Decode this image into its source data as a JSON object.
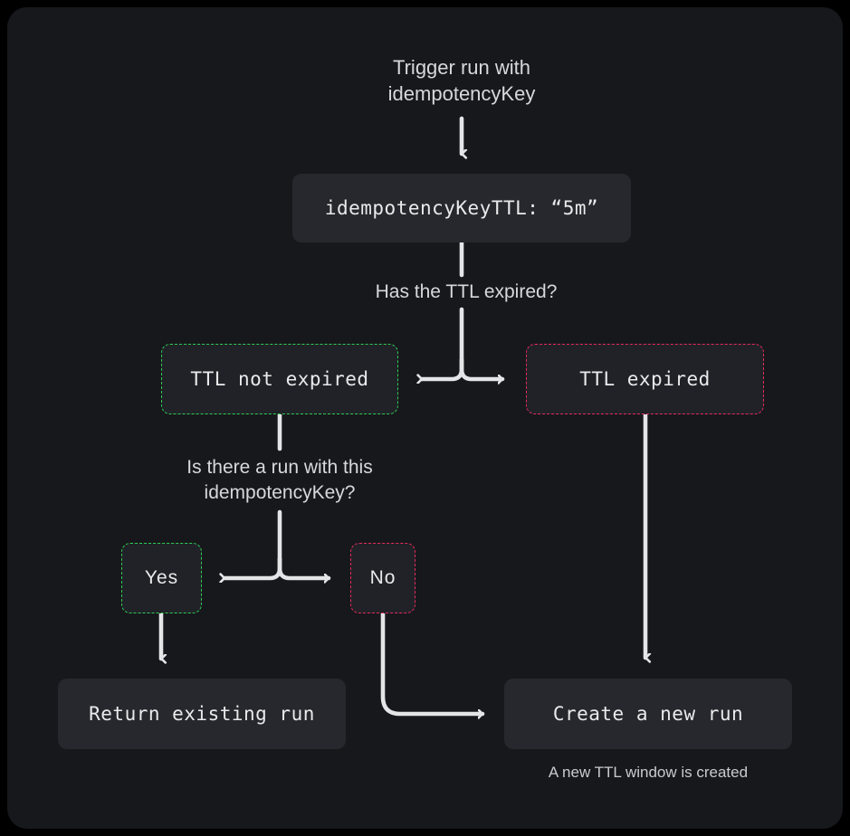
{
  "diagram": {
    "title": "Idempotency key TTL decision flow",
    "theme": {
      "page_background": "#000000",
      "canvas_background": "#17181c",
      "box_fill": "#26282d",
      "text_color": "#e9eaec",
      "muted_text_color": "#d6d8da",
      "arrow_color": "#e4e5e7",
      "accent_green": "#2ecc55",
      "accent_red": "#e8295b"
    },
    "nodes": {
      "trigger": {
        "text": "Trigger run with\nidempotencyKey",
        "style": "plain-text"
      },
      "code": {
        "text": "idempotencyKeyTTL: “5m”",
        "style": "solid-box"
      },
      "question_ttl": {
        "text": "Has the TTL expired?",
        "style": "plain-text"
      },
      "ttl_not_expired": {
        "text": "TTL not expired",
        "style": "dashed-box",
        "border_color": "#2ecc55"
      },
      "ttl_expired": {
        "text": "TTL expired",
        "style": "dashed-box",
        "border_color": "#e8295b"
      },
      "question_run": {
        "text": "Is there a run with this\nidempotencyKey?",
        "style": "plain-text"
      },
      "yes": {
        "text": "Yes",
        "style": "dashed-box",
        "border_color": "#2ecc55"
      },
      "no": {
        "text": "No",
        "style": "dashed-box",
        "border_color": "#e8295b"
      },
      "return_existing": {
        "text": "Return existing run",
        "style": "solid-box"
      },
      "create_new": {
        "text": "Create a new run",
        "style": "solid-box"
      },
      "footnote": {
        "text": "A new TTL window is created",
        "style": "plain-text"
      }
    },
    "edges": [
      {
        "id": "trigger-to-code",
        "from": "trigger",
        "to": "code",
        "kind": "arrow-down"
      },
      {
        "id": "code-to-split",
        "from": "code",
        "to": "question_ttl",
        "kind": "line-down"
      },
      {
        "id": "split-to-not-expired",
        "from": "question_ttl",
        "to": "ttl_not_expired",
        "kind": "arrow-left"
      },
      {
        "id": "split-to-expired",
        "from": "question_ttl",
        "to": "ttl_expired",
        "kind": "arrow-right"
      },
      {
        "id": "not-expired-to-split2",
        "from": "ttl_not_expired",
        "to": "question_run",
        "kind": "line-down"
      },
      {
        "id": "split2-to-yes",
        "from": "question_run",
        "to": "yes",
        "kind": "arrow-left"
      },
      {
        "id": "split2-to-no",
        "from": "question_run",
        "to": "no",
        "kind": "arrow-right"
      },
      {
        "id": "yes-to-return",
        "from": "yes",
        "to": "return_existing",
        "kind": "arrow-down"
      },
      {
        "id": "no-to-create",
        "from": "no",
        "to": "create_new",
        "kind": "arrow-elbow"
      },
      {
        "id": "expired-to-create",
        "from": "ttl_expired",
        "to": "create_new",
        "kind": "arrow-down"
      }
    ]
  }
}
